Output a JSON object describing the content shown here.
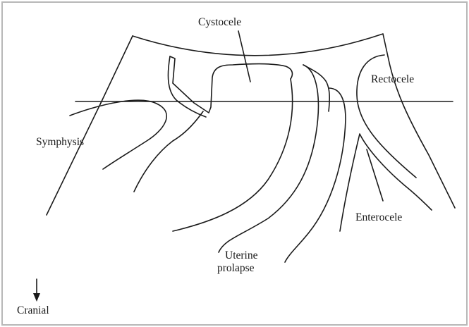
{
  "labels": {
    "cystocele": "Cystocele",
    "rectocele": "Rectocele",
    "symphysis": "Symphysis",
    "enterocele": "Enterocele",
    "uterine_line1": "Uterine",
    "uterine_line2": "prolapse",
    "cranial": "Cranial"
  },
  "colors": {
    "line": "#1a1a1a",
    "frame": "#b8b8b8",
    "background": "#ffffff"
  }
}
